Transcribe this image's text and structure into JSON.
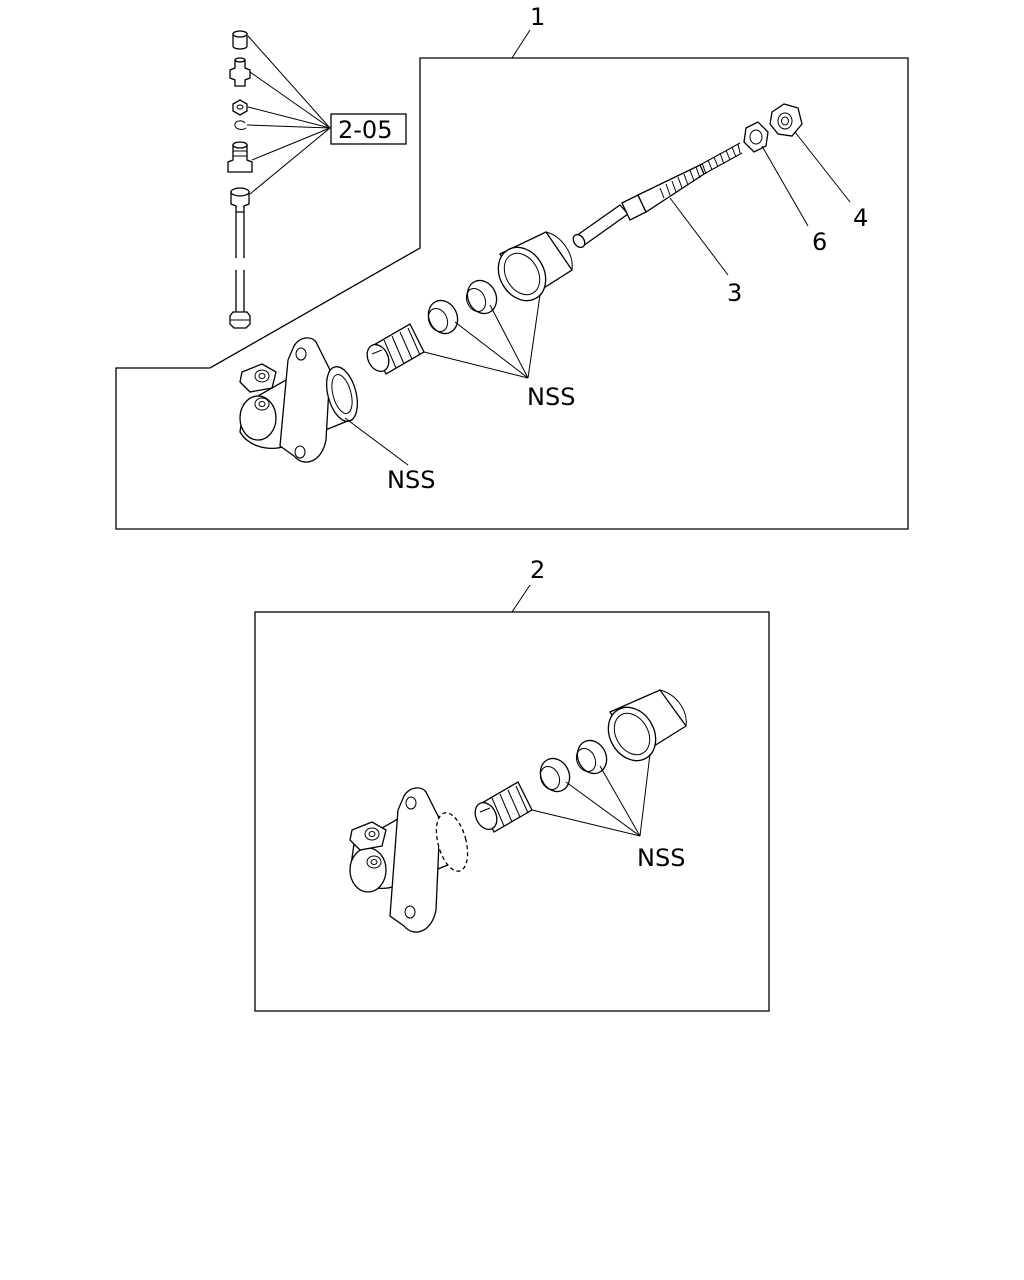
{
  "callouts": {
    "assembly_1": "1",
    "assembly_2": "2",
    "push_rod": "3",
    "nut_4": "4",
    "nut_6": "6",
    "ref_box": "2-05",
    "nss_a1_seals": "NSS",
    "nss_a1_body": "NSS",
    "nss_a2_seals": "NSS"
  }
}
